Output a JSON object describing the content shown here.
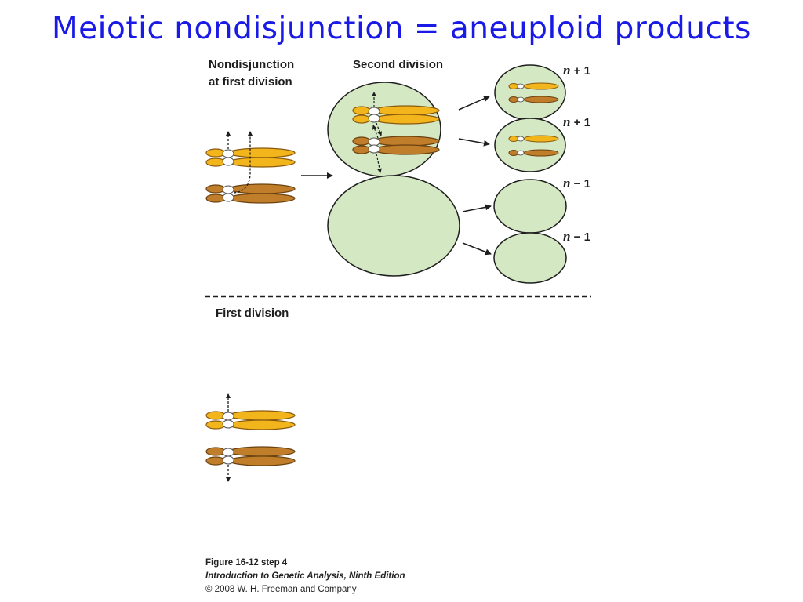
{
  "title": "Meiotic nondisjunction = aneuploid products",
  "labels": {
    "nondisjunction_line1": "Nondisjunction",
    "nondisjunction_line2": "at first division",
    "second_division": "Second division",
    "first_division": "First division"
  },
  "products": [
    {
      "n": "n",
      "sign": "+",
      "num": "1"
    },
    {
      "n": "n",
      "sign": "+",
      "num": "1"
    },
    {
      "n": "n",
      "sign": "−",
      "num": "1"
    },
    {
      "n": "n",
      "sign": "−",
      "num": "1"
    }
  ],
  "caption": {
    "figure": "Figure 16-12 step 4",
    "book": "Introduction to Genetic Analysis, Ninth Edition",
    "copyright": "© 2008 W. H. Freeman and Company"
  },
  "colors": {
    "title": "#1a1ae6",
    "cell_fill": "#d4e8c4",
    "chrom_yellow": "#f2b61c",
    "chrom_brown": "#c07d2a"
  }
}
